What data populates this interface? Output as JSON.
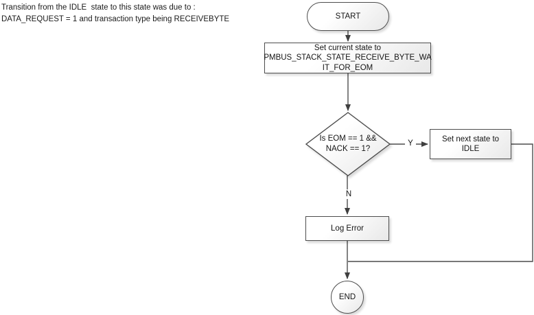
{
  "annotation": {
    "line1": "Transition from the IDLE  state to this state was due to :",
    "line2": "DATA_REQUEST = 1 and transaction type being RECEIVEBYTE"
  },
  "flowchart": {
    "start_label": "START",
    "set_current_state": {
      "line1": "Set current state to",
      "line2": "PMBUS_STACK_STATE_RECEIVE_BYTE_WA",
      "line3": "IT_FOR_EOM"
    },
    "decision": {
      "line1": "Is EOM == 1 &&",
      "line2": "NACK == 1?"
    },
    "yes_label": "Y",
    "no_label": "N",
    "set_next_state": {
      "line1": "Set next state to",
      "line2": "IDLE"
    },
    "log_error_label": "Log Error",
    "end_label": "END"
  },
  "colors": {
    "connector": "#4c4c4c",
    "arrowhead": "#3f3f3f",
    "shape_border": "#4c4c4c",
    "shape_fill_top": "#ffffff",
    "shape_fill_bottom": "#e8e8e8",
    "text": "#141414",
    "background": "#ffffff"
  }
}
